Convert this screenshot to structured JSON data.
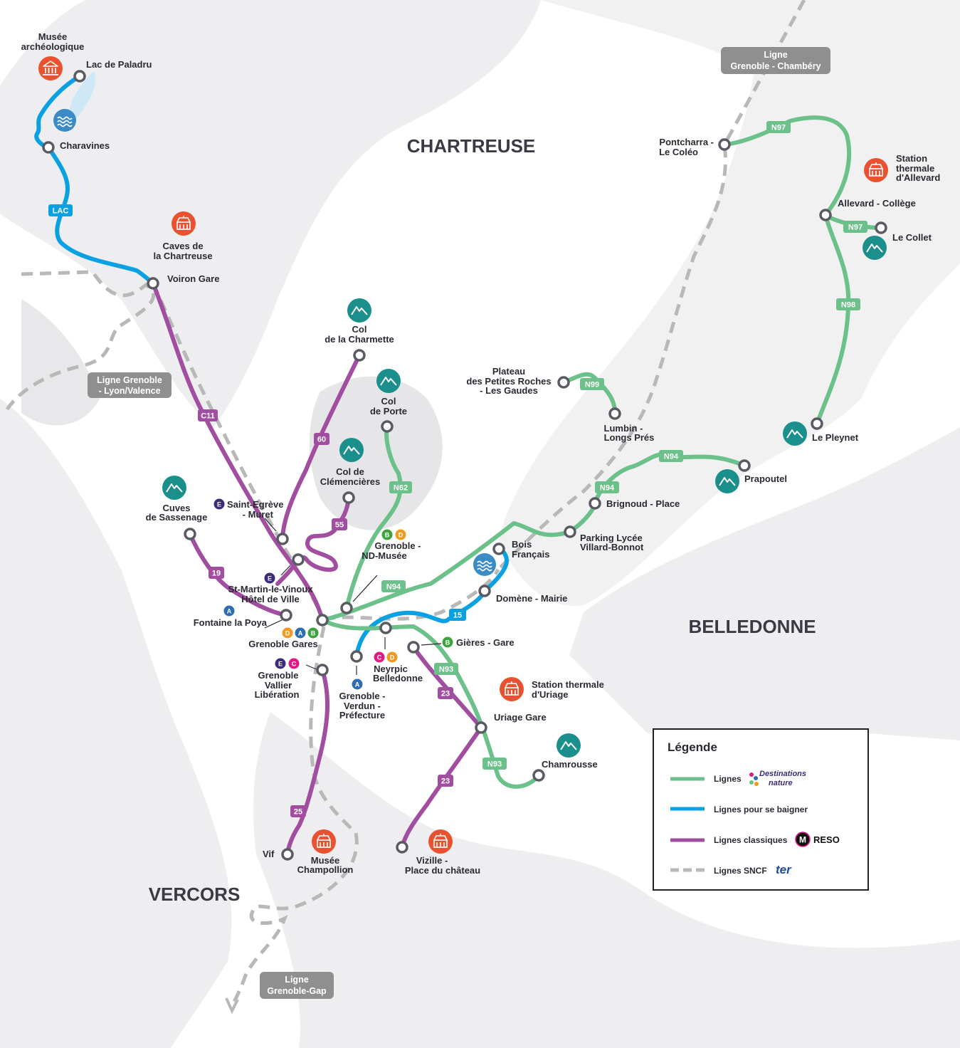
{
  "colors": {
    "green": "#6cc08a",
    "blue": "#0aa1e3",
    "purple": "#a24ea0",
    "sncf": "#b8b8b8",
    "orange": "#ea5130",
    "teal": "#1a8f8c",
    "tram_a": "#2f6db3",
    "tram_b": "#3da33d",
    "tram_c": "#e01a84",
    "tram_d": "#f29a1f",
    "tram_e": "#3c2a7a"
  },
  "regions": {
    "chartreuse": "CHARTREUSE",
    "belledonne": "BELLEDONNE",
    "vercors": "VERCORS"
  },
  "sncf_labels": {
    "chambery": [
      "Ligne",
      "Grenoble - Chambéry"
    ],
    "lyon": [
      "Ligne Grenoble",
      "- Lyon/Valence"
    ],
    "gap": [
      "Ligne",
      "Grenoble-Gap"
    ]
  },
  "line_badges": {
    "lac": "LAC",
    "c11": "C11",
    "l60": "60",
    "l55": "55",
    "n62": "N62",
    "l19": "19",
    "n94a": "N94",
    "n94b": "N94",
    "n94c": "N94",
    "n99": "N99",
    "n97a": "N97",
    "n97b": "N97",
    "n98": "N98",
    "l15": "15",
    "n93a": "N93",
    "n93b": "N93",
    "l23a": "23",
    "l23b": "23",
    "l25": "25"
  },
  "tram_letters": {
    "a": "A",
    "b": "B",
    "c": "C",
    "d": "D",
    "e": "E"
  },
  "stations": {
    "lac_paladru": "Lac de Paladru",
    "charavines": "Charavines",
    "voiron": "Voiron Gare",
    "col_charmette": [
      "Col",
      "de la Charmette"
    ],
    "col_porte": [
      "Col",
      "de Porte"
    ],
    "col_clemencieres": [
      "Col de",
      "Clémencières"
    ],
    "cuves_sassenage": [
      "Cuves",
      "de Sassenage"
    ],
    "st_egreve": [
      "Saint-Egrève",
      "- Muret"
    ],
    "st_martin": [
      "St-Martin-le-Vinoux",
      "Hôtel de Ville"
    ],
    "fontaine": "Fontaine la Poya",
    "grenoble_gares": "Grenoble Gares",
    "nd_musee": [
      "Grenoble -",
      "ND-Musée"
    ],
    "vallier": [
      "Grenoble",
      "Vallier",
      "Libération"
    ],
    "verdun": [
      "Grenoble -",
      "Verdun -",
      "Préfecture"
    ],
    "neyrpic": [
      "Neyrpic",
      "Belledonne"
    ],
    "gieres": "Gières - Gare",
    "domene": "Domène - Mairie",
    "bois_francais": [
      "Bois",
      "Français"
    ],
    "parking_lycee": [
      "Parking Lycée",
      "Villard-Bonnot"
    ],
    "brignoud": "Brignoud - Place",
    "lumbin": [
      "Lumbin -",
      "Longs Prés"
    ],
    "plateau": [
      "Plateau",
      "des Petites Roches",
      "- Les Gaudes"
    ],
    "prapoutel": "Prapoutel",
    "pontcharra": [
      "Pontcharra -",
      "Le Coléo"
    ],
    "allevard": "Allevard - Collège",
    "le_collet": "Le Collet",
    "le_pleynet": "Le Pleynet",
    "uriage": "Uriage Gare",
    "chamrousse": "Chamrousse",
    "vizille": [
      "Vizille -",
      "Place du château"
    ],
    "vif": "Vif"
  },
  "pois": {
    "musee_archeo": [
      "Musée",
      "archéologique"
    ],
    "caves_chartreuse": [
      "Caves de",
      "la Chartreuse"
    ],
    "station_allevard": [
      "Station",
      "thermale",
      "d'Allevard"
    ],
    "station_uriage": [
      "Station thermale",
      "d'Uriage"
    ],
    "musee_champollion": [
      "Musée",
      "Champollion"
    ]
  },
  "icons": {
    "museum": "museum-icon",
    "monument": "monument-icon",
    "mountain": "mountain-icon",
    "swim": "swim-icon"
  },
  "legend": {
    "title": "Légende",
    "items": [
      "Lignes",
      "Lignes pour se baigner",
      "Lignes classiques",
      "Lignes SNCF"
    ],
    "logo_destinations": [
      "Destinations",
      "nature"
    ],
    "logo_m": "M",
    "logo_reso": "RESO",
    "logo_ter": "ter"
  }
}
